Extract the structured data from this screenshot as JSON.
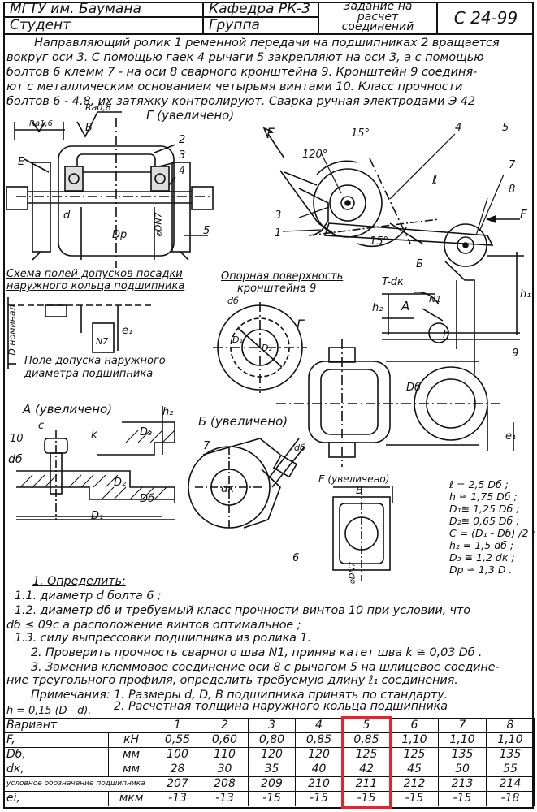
{
  "header": {
    "institution": "МГТУ им. Баумана",
    "student": "Студент",
    "department": "Кафедра РК-3",
    "group": "Группа",
    "task_title": [
      "Задание на",
      "расчет",
      "соединений"
    ],
    "code": "С 24-99"
  },
  "description": [
    "Направляющий ролик 1 ременной передачи на подшипниках 2 вращается",
    "вокруг оси 3. С помощью гаек 4 рычаги 5 закрепляют на оси 3, а с помощью",
    "болтов 6 клемм 7 - на оси 8 сварного кронштейна 9. Кронштейн 9 соединя-",
    "ют с металлическим основанием четырьмя винтами 10. Класс прочности",
    "болтов 6 - 4.8, их затяжку контролируют. Сварка ручная электродами Э 42"
  ],
  "drawing_labels": {
    "view_g": "Г (увеличено)",
    "view_a": "А (увеличено)",
    "view_b": "Б (увеличено)",
    "view_e": "Е (увеличено)",
    "scheme_title": [
      "Схема полей допусков посадки",
      "наружного кольца подшипника"
    ],
    "field_title": [
      "Поле допуска наружного",
      "диаметра подшипника"
    ],
    "support": [
      "Опорная поверхность",
      "кронштейна 9"
    ],
    "nominal": "D номинал",
    "roughness": "Ra0,8",
    "roughness2": "Ra1,6",
    "tolerance_class": "N7",
    "force": "F",
    "angle_120": "120°",
    "angle_15a": "15°",
    "angle_15b": "15°",
    "t_dk": "T-dк",
    "weld": "N1",
    "numbers": [
      "1",
      "2",
      "3",
      "4",
      "5",
      "6",
      "7",
      "8",
      "9",
      "10"
    ],
    "dim_dp": "Dр",
    "dim_dn7": "⌀DN7",
    "dim_d": "d",
    "dim_h": "h",
    "dim_h1": "h₁",
    "dim_h2": "h₂",
    "dim_e1": "e₁",
    "dim_d1": "D₁",
    "dim_d2": "D₂",
    "dim_d3": "D₃",
    "dim_db": "Dб",
    "dim_db_small": "dб",
    "dim_dk": "dк",
    "dim_l": "ℓ",
    "dim_c": "c",
    "dim_k": "k",
    "dim_b": "B"
  },
  "relations": [
    "ℓ = 2,5 Dб ;",
    "h ≅ 1,75 Dб ;",
    "D₁≅ 1,25 Dб ;",
    "D₂≅ 0,65 Dб ;",
    "C = (D₁ - Dб) /2 ;",
    "h₂ = 1,5 dб ;",
    "D₃ ≅ 1,2 dк ;",
    "Dр ≅ 1,3 D ."
  ],
  "tasks": {
    "heading": "1. Определить:",
    "lines": [
      "1.1. диаметр d болта 6 ;",
      "1.2. диаметр dб и требуемый класс прочности винтов 10 при условии, что",
      "dб ≤ 09с а расположение винтов оптимальное ;",
      "1.3. силу выпрессовки подшипника из ролика 1.",
      "2. Проверить прочность сварного шва N1, приняв катет шва  k ≅ 0,03 Dб .",
      "3. Заменив клеммовое соединение оси 8 с рычагом 5 на шлицевое соедине-",
      "ние треугольного профиля, определить требуемую длину ℓ₁ соединения.",
      "Примечания: 1. Размеры d, D, В подшипника принять по стандарту.",
      "2. Расчетная толщина наружного кольца подшипника",
      "h = 0,15 (D - d)."
    ]
  },
  "table": {
    "variant_label": "Вариант",
    "variants": [
      "1",
      "2",
      "3",
      "4",
      "5",
      "6",
      "7",
      "8"
    ],
    "rows": [
      {
        "name": "F,",
        "unit": "кН",
        "values": [
          "0,55",
          "0,60",
          "0,80",
          "0,85",
          "0,85",
          "1,10",
          "1,10",
          "1,10"
        ]
      },
      {
        "name": "Dб,",
        "unit": "мм",
        "values": [
          "100",
          "110",
          "120",
          "120",
          "125",
          "125",
          "135",
          "135"
        ]
      },
      {
        "name": "dк,",
        "unit": "мм",
        "values": [
          "28",
          "30",
          "35",
          "40",
          "42",
          "45",
          "50",
          "55"
        ]
      },
      {
        "name": "условное обозначение подшипника",
        "unit": "",
        "values": [
          "207",
          "208",
          "209",
          "210",
          "211",
          "212",
          "213",
          "214"
        ]
      },
      {
        "name": "ei,",
        "unit": "мкм",
        "values": [
          "-13",
          "-13",
          "-15",
          "-15",
          "-15",
          "-15",
          "-15",
          "-18"
        ]
      }
    ],
    "highlight_variant": "5",
    "highlight_color": "#e8232a"
  }
}
